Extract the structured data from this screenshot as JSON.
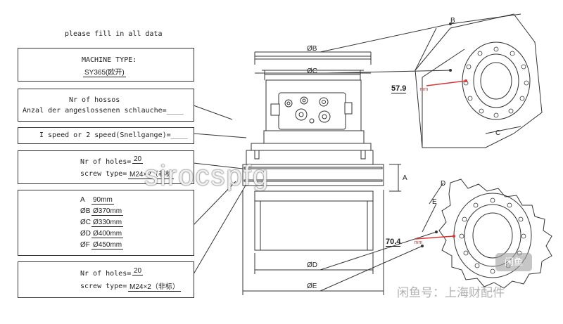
{
  "form": {
    "heading": "please fill in all data",
    "machine_type": {
      "label": "MACHINE TYPE:",
      "value": "SY365(欧开)"
    },
    "hoses": {
      "line1": "Nr of hossos",
      "line2": "Anzal der angeslossenen schlauche=____"
    },
    "speed": {
      "label": "I speed or 2 speed(Snellgange)=____"
    },
    "holes_top": {
      "holes_label": "Nr of holes=",
      "holes_value": "20",
      "screw_label": "screw type=",
      "screw_value": "M24×2（非标"
    },
    "dimensions": [
      {
        "prefix": "A",
        "value": "90mm"
      },
      {
        "prefix": "ØB",
        "value": "Ø370mm"
      },
      {
        "prefix": "ØC",
        "value": "Ø330mm"
      },
      {
        "prefix": "ØD",
        "value": "Ø400mm"
      },
      {
        "prefix": "ØF",
        "value": "Ø450mm"
      }
    ],
    "holes_bottom": {
      "holes_label": "Nr of holes=",
      "holes_value": "20",
      "screw_label": "screw type=",
      "screw_value": "M24×2（非标）"
    }
  },
  "drawing": {
    "dim_B": "ØB",
    "dim_C": "ØC",
    "dim_D": "ØD",
    "dim_E": "ØE",
    "dim_A": "A",
    "view_B": "B",
    "view_C": "C",
    "view_D": "D",
    "view_E": "E",
    "measure_top": {
      "value": "57.9",
      "unit": "mm"
    },
    "measure_bottom": {
      "value": "70.4",
      "unit": "mm"
    }
  },
  "watermarks": {
    "center": "sirocspfg",
    "bottom_right": "闲鱼号：上海财配件",
    "logo": "闲鱼"
  }
}
